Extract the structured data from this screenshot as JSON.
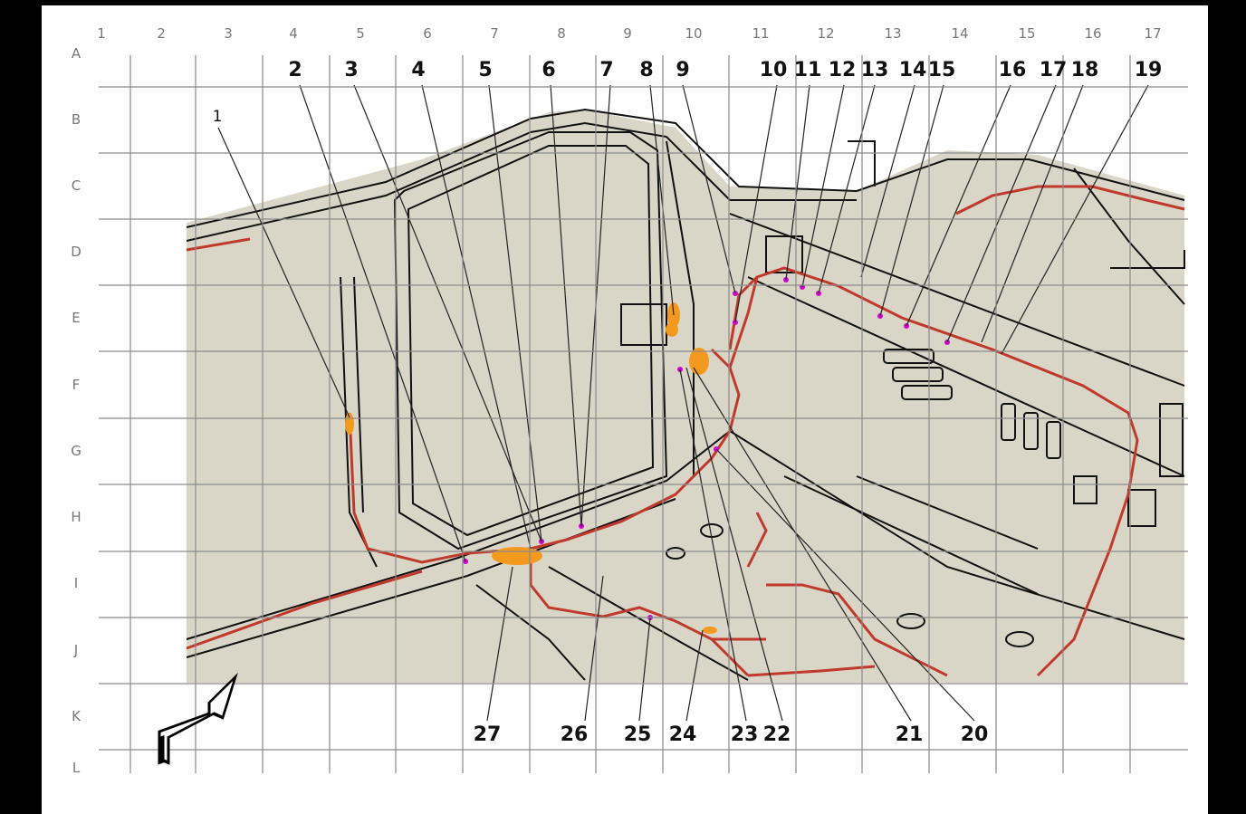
{
  "columns": [
    "1",
    "2",
    "3",
    "4",
    "5",
    "6",
    "7",
    "8",
    "9",
    "10",
    "11",
    "12",
    "13",
    "14",
    "15",
    "16",
    "17"
  ],
  "rows": [
    "A",
    "B",
    "C",
    "D",
    "E",
    "F",
    "G",
    "H",
    "I",
    "J",
    "K",
    "L"
  ],
  "callouts_top": [
    "2",
    "3",
    "4",
    "5",
    "6",
    "7",
    "8",
    "9",
    "10",
    "11",
    "12",
    "13",
    "14",
    "15",
    "16",
    "17",
    "18",
    "19"
  ],
  "callouts_bottom": [
    "27",
    "26",
    "25",
    "24",
    "23",
    "22",
    "21",
    "20"
  ],
  "callout_left": "1",
  "colors": {
    "background": "#000000",
    "sheet": "#ffffff",
    "body_fill": "#d9d6c7",
    "harness": "#c0392b",
    "connector_highlight": "#f39a1e",
    "splice_point": "#d100d1",
    "grid": "#8a8a8a"
  },
  "icons": [
    "orientation-arrow-icon"
  ]
}
